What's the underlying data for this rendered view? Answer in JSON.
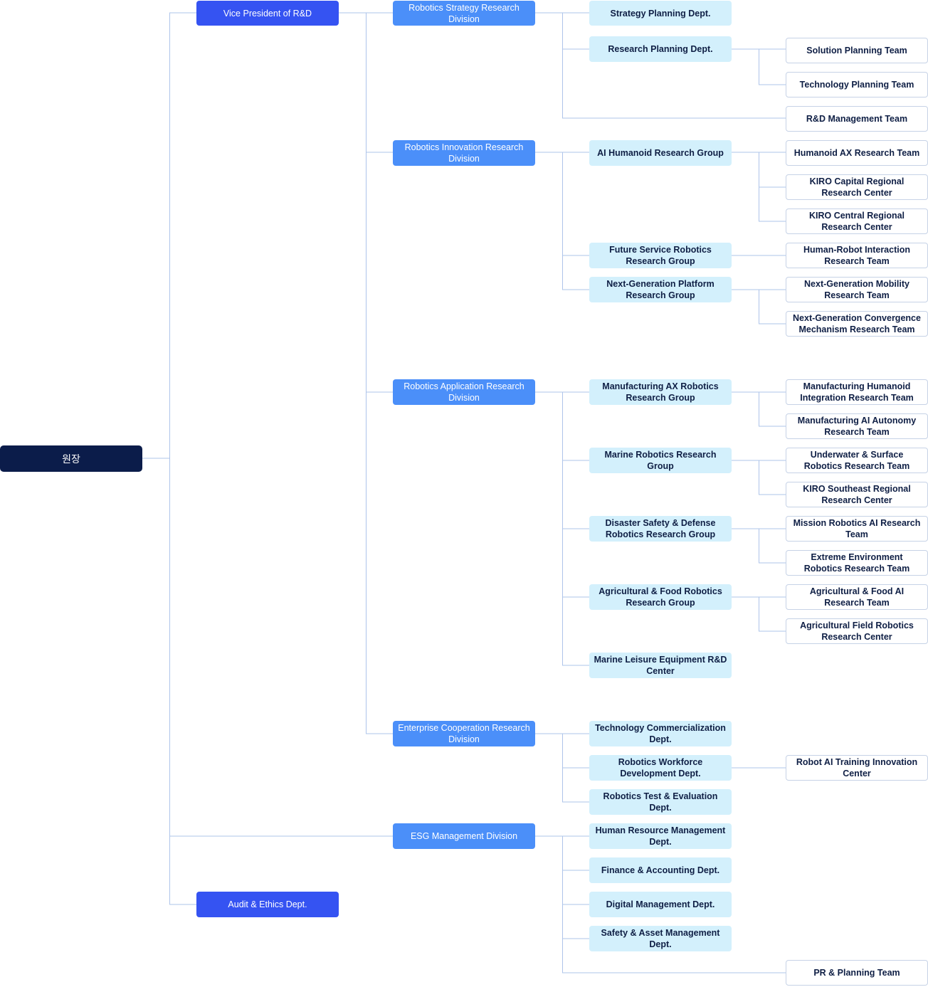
{
  "root": {
    "label": "원장"
  },
  "level1": {
    "vp": "Vice President of R&D",
    "audit": "Audit & Ethics Dept."
  },
  "divisions": {
    "strategy": "Robotics Strategy Research Division",
    "innovation": "Robotics Innovation Research Division",
    "application": "Robotics Application Research Division",
    "enterprise": "Enterprise Cooperation Research Division",
    "esg": "ESG Management Division"
  },
  "groups": {
    "strategy_planning": "Strategy Planning Dept.",
    "research_planning": "Research Planning Dept.",
    "ai_humanoid": "AI Humanoid Research Group",
    "future_service": "Future Service Robotics Research Group",
    "next_gen_platform": "Next-Generation Platform Research Group",
    "manufacturing_ax": "Manufacturing AX Robotics Research Group",
    "marine_robotics": "Marine Robotics Research Group",
    "disaster_safety": "Disaster Safety & Defense Robotics Research Group",
    "agri_food": "Agricultural & Food Robotics Research Group",
    "marine_leisure": "Marine Leisure Equipment R&D Center",
    "tech_commercialization": "Technology Commercialization Dept.",
    "workforce_dev": "Robotics Workforce Development Dept.",
    "test_eval": "Robotics Test & Evaluation Dept.",
    "hr_mgmt": "Human Resource Management Dept.",
    "finance": "Finance & Accounting Dept.",
    "digital_mgmt": "Digital Management Dept.",
    "safety_asset": "Safety & Asset Management Dept."
  },
  "teams": {
    "solution_planning": "Solution Planning Team",
    "technology_planning": "Technology Planning Team",
    "rd_management": "R&D Management Team",
    "humanoid_ax": "Humanoid AX Research Team",
    "kiro_capital": "KIRO Capital Regional Research Center",
    "kiro_central": "KIRO Central Regional Research Center",
    "hri": "Human-Robot Interaction Research Team",
    "next_gen_mobility": "Next-Generation Mobility Research Team",
    "next_gen_convergence": "Next-Generation Convergence Mechanism Research Team",
    "mfg_humanoid": "Manufacturing Humanoid Integration Research Team",
    "mfg_ai_autonomy": "Manufacturing AI Autonomy Research Team",
    "underwater_surface": "Underwater & Surface Robotics Research Team",
    "kiro_southeast": "KIRO Southeast Regional Research Center",
    "mission_ai": "Mission Robotics AI Research Team",
    "extreme_env": "Extreme Environment Robotics Research Team",
    "agri_food_ai": "Agricultural & Food AI Research Team",
    "agri_field": "Agricultural Field Robotics Research Center",
    "robot_ai_training": "Robot AI Training Innovation Center",
    "pr_planning": "PR & Planning Team"
  }
}
